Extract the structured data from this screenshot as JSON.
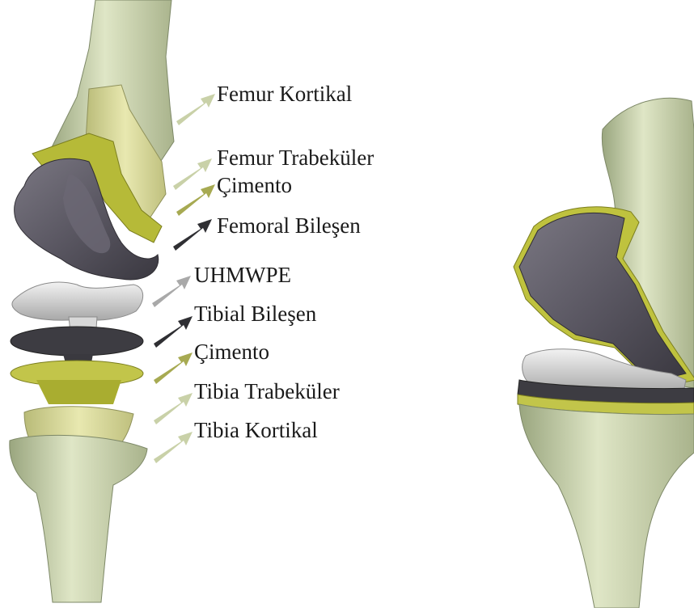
{
  "colors": {
    "bone": "#cdd6b3",
    "bone_dark": "#8f9a78",
    "trabecular": "#dcdc9a",
    "cement": "#b8bd3a",
    "femoral_component": "#55525c",
    "uhmwpe": "#cfcfcf",
    "tibial_component": "#3b3b3d",
    "arrow_light": "#c9d1a8",
    "arrow_mid": "#a7aa52",
    "arrow_dark": "#2f2f33",
    "arrow_gray": "#a9a9a9"
  },
  "labels": [
    {
      "key": "femur_cortical",
      "text": "Femur Kortikal",
      "arrow_color": "arrow_light",
      "icon": "arrow-icon"
    },
    {
      "key": "femur_trabecular",
      "text": "Femur Trabeküler",
      "arrow_color": "arrow_light",
      "icon": "arrow-icon"
    },
    {
      "key": "cement_femoral",
      "text": "Çimento",
      "arrow_color": "arrow_mid",
      "icon": "arrow-icon"
    },
    {
      "key": "femoral_component",
      "text": "Femoral Bileşen",
      "arrow_color": "arrow_dark",
      "icon": "arrow-icon"
    },
    {
      "key": "uhmwpe",
      "text": "UHMWPE",
      "arrow_color": "arrow_gray",
      "icon": "arrow-icon"
    },
    {
      "key": "tibial_component",
      "text": "Tibial Bileşen",
      "arrow_color": "arrow_dark",
      "icon": "arrow-icon"
    },
    {
      "key": "cement_tibial",
      "text": "Çimento",
      "arrow_color": "arrow_mid",
      "icon": "arrow-icon"
    },
    {
      "key": "tibia_trabecular",
      "text": "Tibia Trabeküler",
      "arrow_color": "arrow_light",
      "icon": "arrow-icon"
    },
    {
      "key": "tibia_cortical",
      "text": "Tibia Kortikal",
      "arrow_color": "arrow_light",
      "icon": "arrow-icon"
    }
  ]
}
